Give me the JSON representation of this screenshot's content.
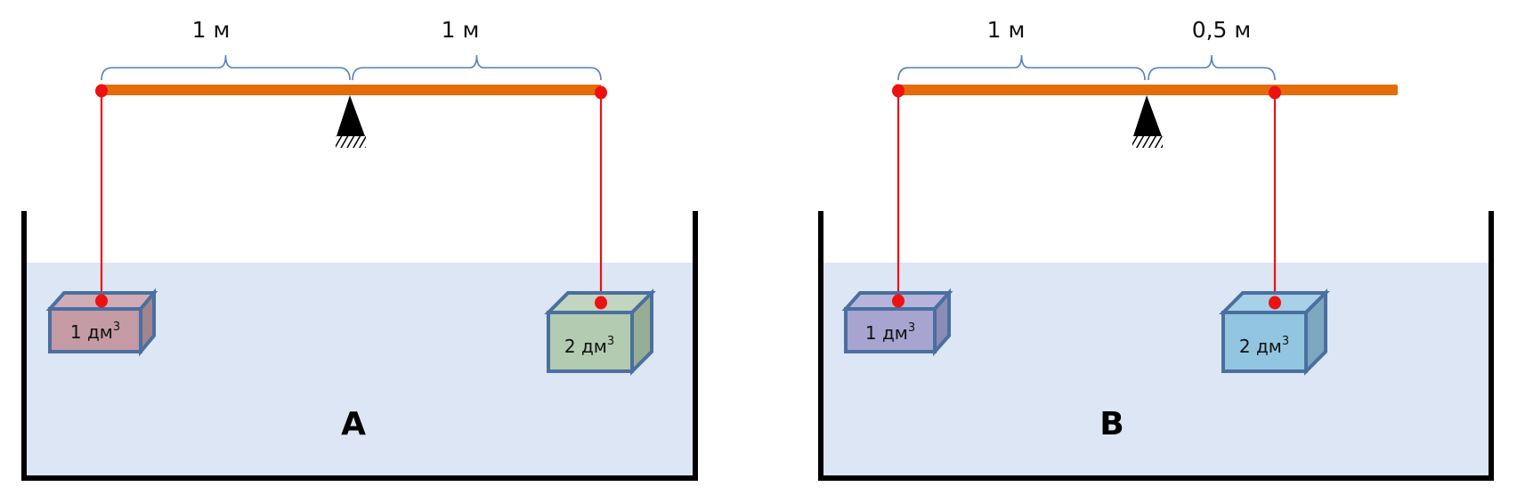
{
  "panels": [
    {
      "label": "A",
      "left_distance": "1 м",
      "right_distance": "1 м",
      "left_block": {
        "volume": "1 дм",
        "exp": "3",
        "colors": {
          "front": "#C49AA5",
          "top": "#D0ADB6",
          "side": "#A3848F"
        }
      },
      "right_block": {
        "volume": "2 дм",
        "exp": "3",
        "colors": {
          "front": "#B3CBB0",
          "top": "#C2D5BF",
          "side": "#97AE94"
        }
      }
    },
    {
      "label": "B",
      "left_distance": "1 м",
      "right_distance": "0,5 м",
      "left_block": {
        "volume": "1 дм",
        "exp": "3",
        "colors": {
          "front": "#A7A4D0",
          "top": "#B6B4DA",
          "side": "#8D8BB7"
        }
      },
      "right_block": {
        "volume": "2 дм",
        "exp": "3",
        "colors": {
          "front": "#92C5E0",
          "top": "#A6D1E7",
          "side": "#7CA8C0"
        }
      }
    }
  ],
  "colors": {
    "lever": "#E46C0A",
    "string": "#EE1111",
    "water": "#DCE6F4",
    "brace": "#4F81BD"
  }
}
